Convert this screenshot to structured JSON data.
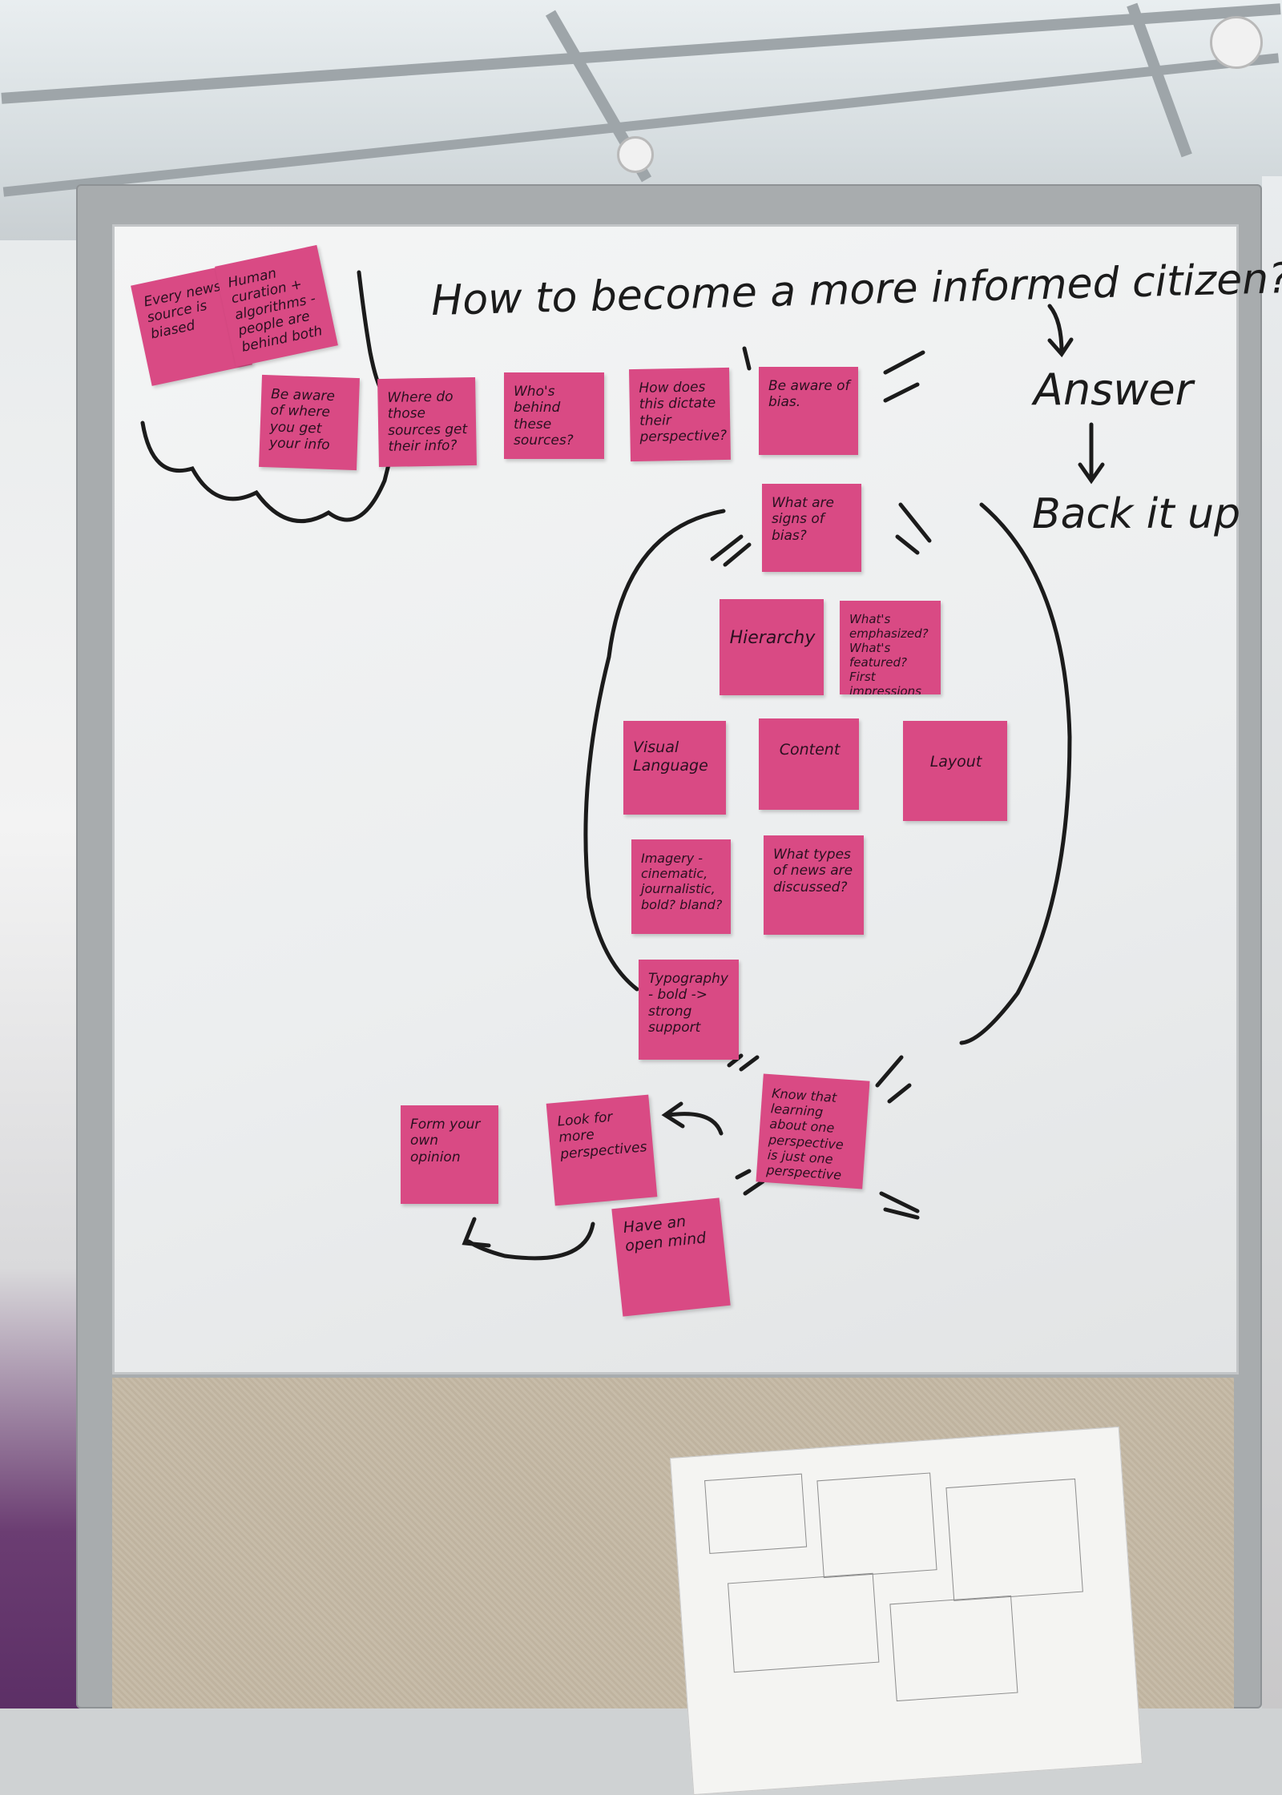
{
  "board": {
    "title": "How to become a more informed citizen?",
    "answer": "Answer",
    "back_it_up": "Back it up"
  },
  "notes": {
    "every_news": "Every news source is biased",
    "human_curation": "Human curation + algorithms - people are behind both",
    "be_aware_where": "Be aware of where you get your info",
    "where_sources": "Where do those sources get their info?",
    "whos_behind": "Who's behind these sources?",
    "how_does_this": "How does this dictate their perspective?",
    "be_aware_bias": "Be aware of bias.",
    "signs_of_bias": "What are signs of bias?",
    "hierarchy": "Hierarchy",
    "emphasized": "What's emphasized? What's featured? First impressions",
    "visual_language": "Visual Language",
    "content": "Content",
    "layout": "Layout",
    "imagery": "Imagery - cinematic, journalistic, bold? bland?",
    "types_of_news": "What types of news are discussed?",
    "typography": "Typography - bold -> strong support",
    "know_that": "Know that learning about one perspective is just one perspective",
    "look_for_more": "Look for more perspectives",
    "form_opinion": "Form your own opinion",
    "open_mind": "Have an open mind"
  },
  "colors": {
    "sticky_note": "#d94a84",
    "marker": "#1b1b1b",
    "whiteboard": "#eceeef"
  }
}
